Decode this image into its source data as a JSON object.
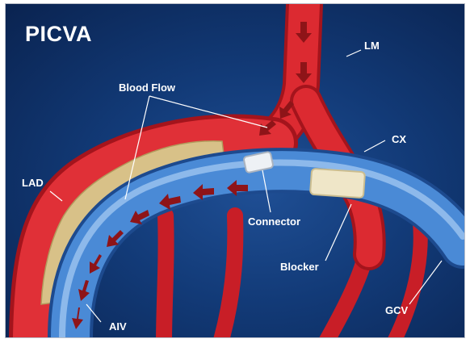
{
  "title": "PICVA",
  "labels": {
    "lm": "LM",
    "cx": "CX",
    "lad": "LAD",
    "blood_flow": "Blood Flow",
    "connector": "Connector",
    "blocker": "Blocker",
    "aiv": "AIV",
    "gcv": "GCV"
  },
  "colors": {
    "artery": "#d9202a",
    "vein": "#4a8ad6",
    "plaque": "#d8c188",
    "arrow": "#8e1418",
    "background": "#123a77"
  },
  "icons": [
    "flow-arrow"
  ]
}
